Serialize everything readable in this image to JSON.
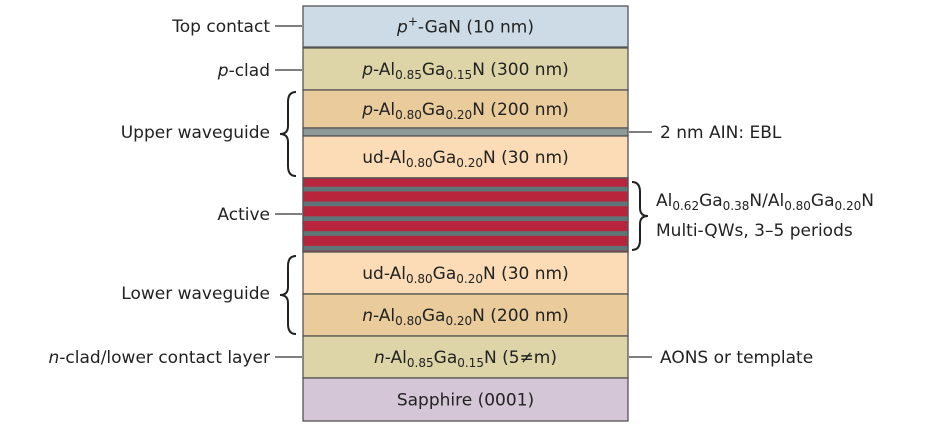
{
  "layers": [
    {
      "name": "top-contact",
      "color": "#cddbe6",
      "text": [
        {
          "t": "p",
          "i": true
        },
        {
          "t": "+",
          "sup": true
        },
        {
          "t": "-GaN (10 nm)"
        }
      ]
    },
    {
      "name": "p-clad",
      "color": "#ddd5a8",
      "text": [
        {
          "t": "p",
          "i": true
        },
        {
          "t": "-Al"
        },
        {
          "t": "0.85",
          "sub": true
        },
        {
          "t": "Ga"
        },
        {
          "t": "0.15",
          "sub": true
        },
        {
          "t": "N (300 nm)"
        }
      ]
    },
    {
      "name": "p-upper-waveguide",
      "color": "#eacb9c",
      "text": [
        {
          "t": "p",
          "i": true
        },
        {
          "t": "-Al"
        },
        {
          "t": "0.80",
          "sub": true
        },
        {
          "t": "Ga"
        },
        {
          "t": "0.20",
          "sub": true
        },
        {
          "t": "N (200 nm)"
        }
      ]
    },
    {
      "name": "ebl",
      "color": "#8f9a98",
      "text": []
    },
    {
      "name": "ud-upper-waveguide",
      "color": "#fbdcb6",
      "text": [
        {
          "t": "ud-Al"
        },
        {
          "t": "0.80",
          "sub": true
        },
        {
          "t": "Ga"
        },
        {
          "t": "0.20",
          "sub": true
        },
        {
          "t": "N (30 nm)"
        }
      ]
    },
    {
      "name": "active-mqw",
      "color": "#b8243c",
      "stripe_color": "#5f7679",
      "stripes": 10,
      "text": []
    },
    {
      "name": "ud-lower-waveguide",
      "color": "#fbdcb6",
      "text": [
        {
          "t": "ud-Al"
        },
        {
          "t": "0.80",
          "sub": true
        },
        {
          "t": "Ga"
        },
        {
          "t": "0.20",
          "sub": true
        },
        {
          "t": "N (30 nm)"
        }
      ]
    },
    {
      "name": "n-lower-waveguide",
      "color": "#eacb9c",
      "text": [
        {
          "t": "n",
          "i": true
        },
        {
          "t": "-Al"
        },
        {
          "t": "0.80",
          "sub": true
        },
        {
          "t": "Ga"
        },
        {
          "t": "0.20",
          "sub": true
        },
        {
          "t": "N (200 nm)"
        }
      ]
    },
    {
      "name": "n-clad",
      "color": "#ddd5a8",
      "text": [
        {
          "t": "n",
          "i": true
        },
        {
          "t": "-Al"
        },
        {
          "t": "0.85",
          "sub": true
        },
        {
          "t": "Ga"
        },
        {
          "t": "0.15",
          "sub": true
        },
        {
          "t": "N (5≠m)"
        }
      ]
    },
    {
      "name": "sapphire",
      "color": "#d4c6d6",
      "text": [
        {
          "t": "Sapphire (0001)"
        }
      ]
    }
  ],
  "left_labels": [
    {
      "name": "label-top-contact",
      "text": [
        {
          "t": "Top contact"
        }
      ]
    },
    {
      "name": "label-p-clad",
      "text": [
        {
          "t": "p",
          "i": true
        },
        {
          "t": "-clad"
        }
      ]
    },
    {
      "name": "label-upper-waveguide",
      "text": [
        {
          "t": "Upper waveguide"
        }
      ]
    },
    {
      "name": "label-active",
      "text": [
        {
          "t": "Active"
        }
      ]
    },
    {
      "name": "label-lower-waveguide",
      "text": [
        {
          "t": "Lower waveguide"
        }
      ]
    },
    {
      "name": "label-n-clad",
      "text": [
        {
          "t": "n",
          "i": true
        },
        {
          "t": "-clad/lower contact layer"
        }
      ]
    }
  ],
  "right_labels": [
    {
      "name": "label-ebl",
      "lines": [
        [
          {
            "t": "2 nm AIN: EBL"
          }
        ]
      ]
    },
    {
      "name": "label-mqw",
      "lines": [
        [
          {
            "t": "Al"
          },
          {
            "t": "0.62",
            "sub": true
          },
          {
            "t": "Ga"
          },
          {
            "t": "0.38",
            "sub": true
          },
          {
            "t": "N/Al"
          },
          {
            "t": "0.80",
            "sub": true
          },
          {
            "t": "Ga"
          },
          {
            "t": "0.20",
            "sub": true
          },
          {
            "t": "N"
          }
        ],
        [
          {
            "t": "Multi-QWs, 3–5 periods"
          }
        ]
      ]
    },
    {
      "name": "label-template",
      "lines": [
        [
          {
            "t": "AONS or template"
          }
        ]
      ]
    }
  ]
}
